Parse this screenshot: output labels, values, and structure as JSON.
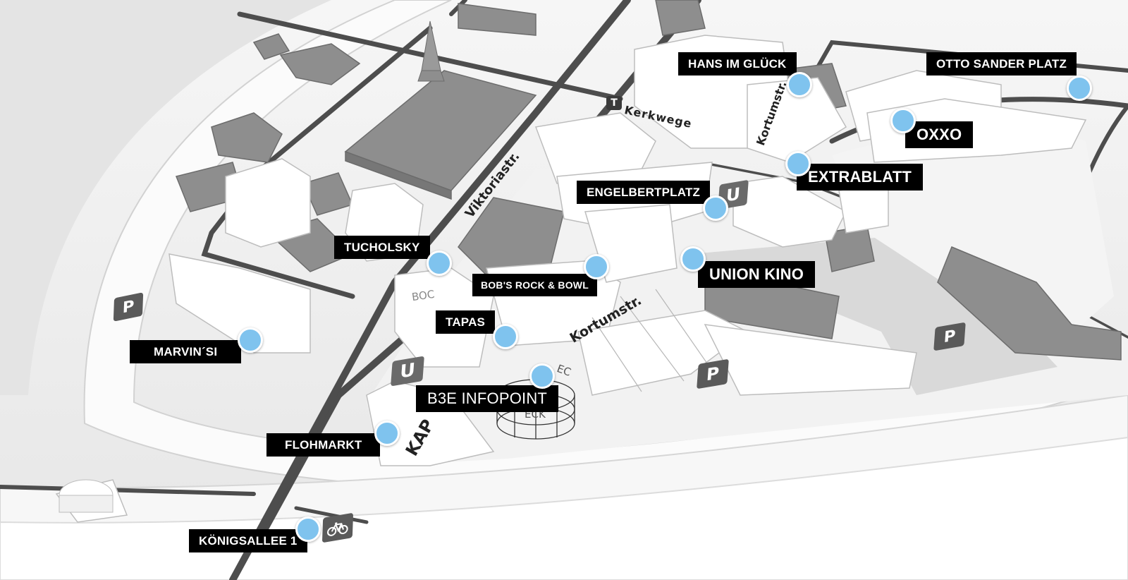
{
  "pois": [
    {
      "id": "hans-im-glueck",
      "label": "HANS IM GLÜCK"
    },
    {
      "id": "otto-sander-platz",
      "label": "OTTO SANDER PLATZ"
    },
    {
      "id": "oxxo",
      "label": "OXXO"
    },
    {
      "id": "extrablatt",
      "label": "EXTRABLATT"
    },
    {
      "id": "engelbertplatz",
      "label": "ENGELBERTPLATZ"
    },
    {
      "id": "tucholsky",
      "label": "TUCHOLSKY"
    },
    {
      "id": "union-kino",
      "label": "UNION KINO"
    },
    {
      "id": "bobs-rock-bowl",
      "label": "BOB'S ROCK & BOWL"
    },
    {
      "id": "tapas",
      "label": "TAPAS"
    },
    {
      "id": "marvinsi",
      "label": "MARVIN´SI"
    },
    {
      "id": "b3e-infopoint",
      "label": "B3E INFOPOINT"
    },
    {
      "id": "flohmarkt",
      "label": "FLOHMARKT"
    },
    {
      "id": "koenigsallee-1",
      "label": "KÖNIGSALLEE 1"
    }
  ],
  "streets": {
    "kerkwege": "Kerkwege",
    "kortum_north": "Kortumstr.",
    "viktoriastr": "Viktoriastr.",
    "kortum_south": "Kortumstr.",
    "kap": "KAP"
  },
  "icons": {
    "tram": "T",
    "subway_north": "U",
    "subway_south": "U",
    "parking": "P"
  },
  "overlays": {
    "building_sign_partial": "BOC",
    "sign_ec": "EC",
    "sign_eck": "ECK"
  },
  "colors": {
    "poi_dot": "#7fc3ee",
    "label_bg": "#000000",
    "label_text": "#ffffff",
    "road": "#4d4d4d",
    "ground": "#efefef",
    "building_dark": "#8f8f8f",
    "building_light": "#dcdcdc"
  }
}
